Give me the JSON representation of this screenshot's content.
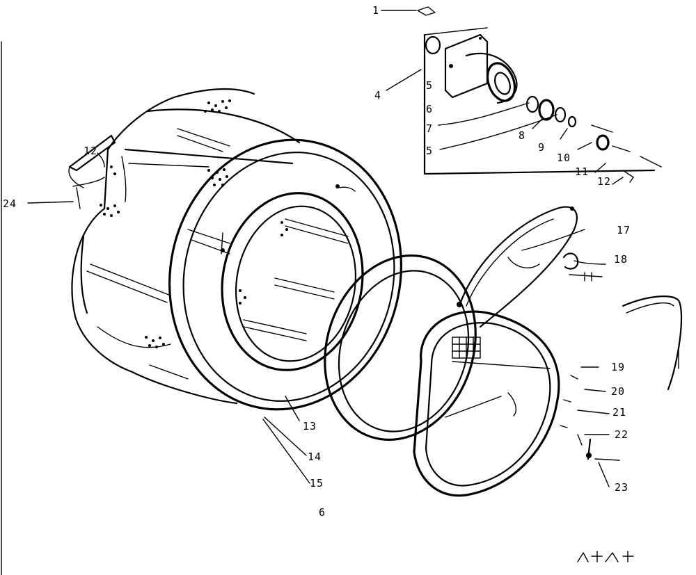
{
  "diagram": {
    "callouts": [
      {
        "id": "c1",
        "text": "1"
      },
      {
        "id": "c4",
        "text": "4"
      },
      {
        "id": "c5a",
        "text": "5"
      },
      {
        "id": "c6a",
        "text": "6"
      },
      {
        "id": "c7",
        "text": "7"
      },
      {
        "id": "c5b",
        "text": "5"
      },
      {
        "id": "c8",
        "text": "8"
      },
      {
        "id": "c9",
        "text": "9"
      },
      {
        "id": "c10",
        "text": "10"
      },
      {
        "id": "c11",
        "text": "11"
      },
      {
        "id": "c12a",
        "text": "12"
      },
      {
        "id": "c12b",
        "text": "12"
      },
      {
        "id": "c24",
        "text": "24"
      },
      {
        "id": "c17",
        "text": "17"
      },
      {
        "id": "c18",
        "text": "18"
      },
      {
        "id": "c19",
        "text": "19"
      },
      {
        "id": "c20",
        "text": "20"
      },
      {
        "id": "c21",
        "text": "21"
      },
      {
        "id": "c22",
        "text": "22"
      },
      {
        "id": "c23",
        "text": "23"
      },
      {
        "id": "c13",
        "text": "13"
      },
      {
        "id": "c14",
        "text": "14"
      },
      {
        "id": "c15",
        "text": "15"
      },
      {
        "id": "c6b",
        "text": "6"
      }
    ]
  }
}
